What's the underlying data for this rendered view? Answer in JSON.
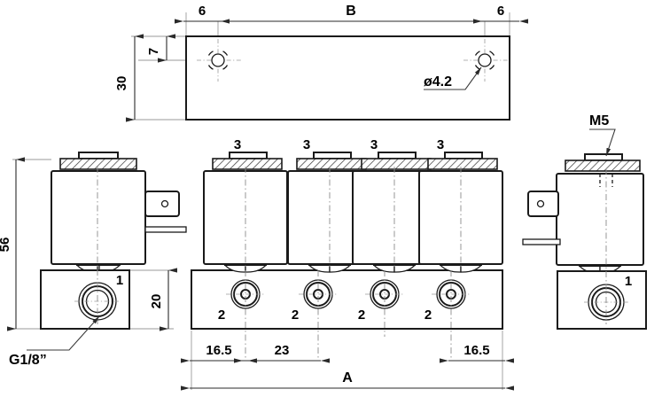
{
  "drawing": {
    "title": "Solenoid valve manifold technical drawing",
    "line_color": "#1a1a1a",
    "dim_color": "#2a2a2a",
    "center_color": "#8c8c8c",
    "background": "#ffffff"
  },
  "top_view": {
    "name": "mounting-plate-top-view",
    "dimensions": {
      "edge_left": "6",
      "span_b": "B",
      "edge_right": "6",
      "height_total": "30",
      "hole_offset": "7"
    },
    "callouts": {
      "hole_diameter": "ø4.2"
    }
  },
  "left_view": {
    "name": "single-valve-left-view",
    "dimensions": {
      "overall_height": "56",
      "base_height": "20"
    },
    "labels": {
      "port_number": "1",
      "thread": "G1/8”"
    }
  },
  "center_view": {
    "name": "four-valve-manifold-view",
    "valve_top_labels": [
      "3",
      "3",
      "3",
      "3"
    ],
    "valve_port_labels": [
      "2",
      "2",
      "2",
      "2"
    ],
    "dimensions": {
      "first_offset": "16.5",
      "pitch": "23",
      "last_offset": "16.5",
      "overall_length": "A"
    }
  },
  "right_view": {
    "name": "single-valve-right-view",
    "labels": {
      "thread_top": "M5",
      "port_number": "1"
    }
  }
}
